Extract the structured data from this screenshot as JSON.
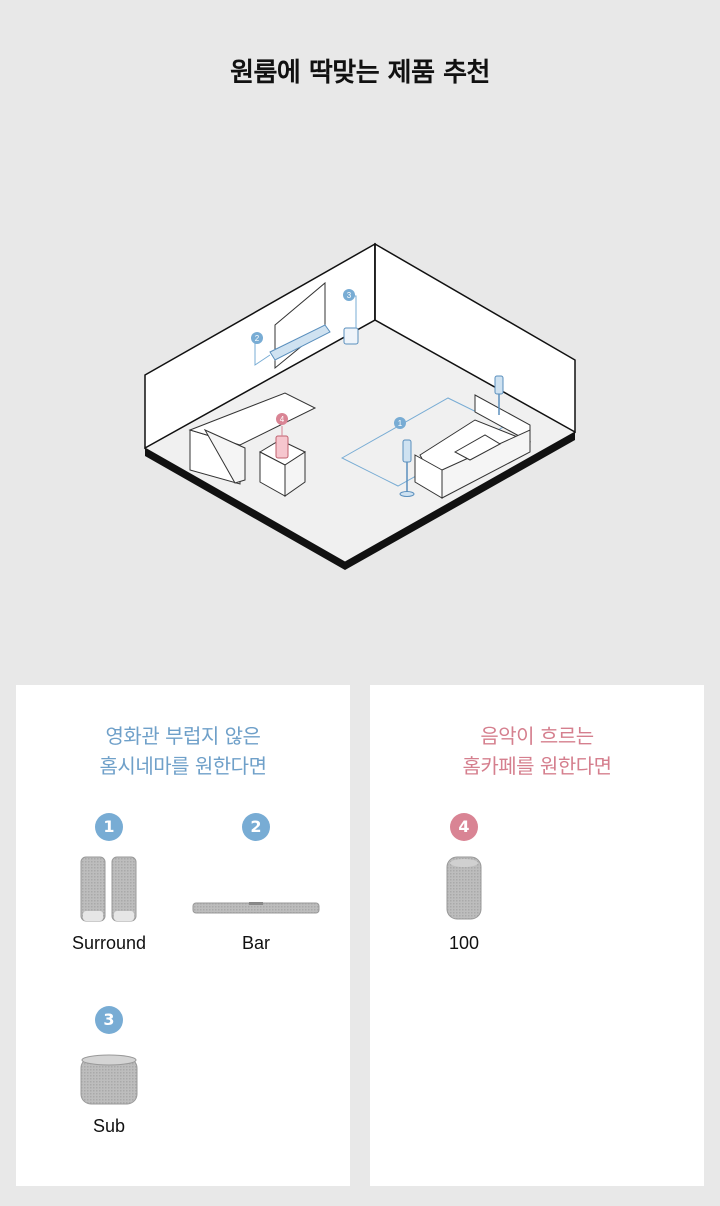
{
  "page": {
    "title": "원룸에 딱맞는 제품 추천"
  },
  "diagram": {
    "markers": [
      {
        "number": "1",
        "color": "#78acd4"
      },
      {
        "number": "2",
        "color": "#78acd4"
      },
      {
        "number": "3",
        "color": "#78acd4"
      },
      {
        "number": "4",
        "color": "#d98494"
      }
    ]
  },
  "cards": [
    {
      "heading_line1": "영화관 부럽지 않은",
      "heading_line2": "홈시네마를 원한다면",
      "accent": "#6fa0c9",
      "items": [
        {
          "number": "1",
          "label": "Surround",
          "icon": "surround-speaker-pair-icon"
        },
        {
          "number": "2",
          "label": "Bar",
          "icon": "soundbar-icon"
        },
        {
          "number": "3",
          "label": "Sub",
          "icon": "subwoofer-icon"
        }
      ]
    },
    {
      "heading_line1": "음악이 흐르는",
      "heading_line2": "홈카페를 원한다면",
      "accent": "#d57f8e",
      "items": [
        {
          "number": "4",
          "label": "100",
          "icon": "portable-speaker-icon"
        }
      ]
    }
  ]
}
